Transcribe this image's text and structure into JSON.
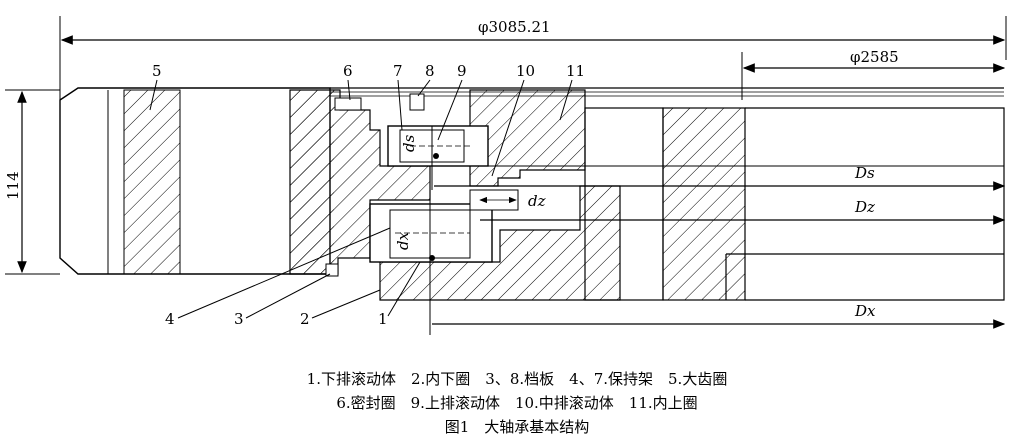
{
  "dimensions": {
    "outer_diameter": "φ3085.21",
    "inner_diameter": "φ2585",
    "height": "114",
    "d_s": "Ds",
    "d_z": "Dz",
    "d_x": "Dx",
    "small_ds": "ds",
    "small_dz": "dz",
    "small_dx": "dx"
  },
  "part_labels": [
    "1",
    "2",
    "3",
    "4",
    "5",
    "6",
    "7",
    "8",
    "9",
    "10",
    "11"
  ],
  "caption": {
    "line1": "1.下排滚动体　2.内下圈　3、8.档板　4、7.保持架　5.大齿圈",
    "line2": "6.密封圈　9.上排滚动体　10.中排滚动体　11.内上圈",
    "title": "图1　大轴承基本结构"
  }
}
